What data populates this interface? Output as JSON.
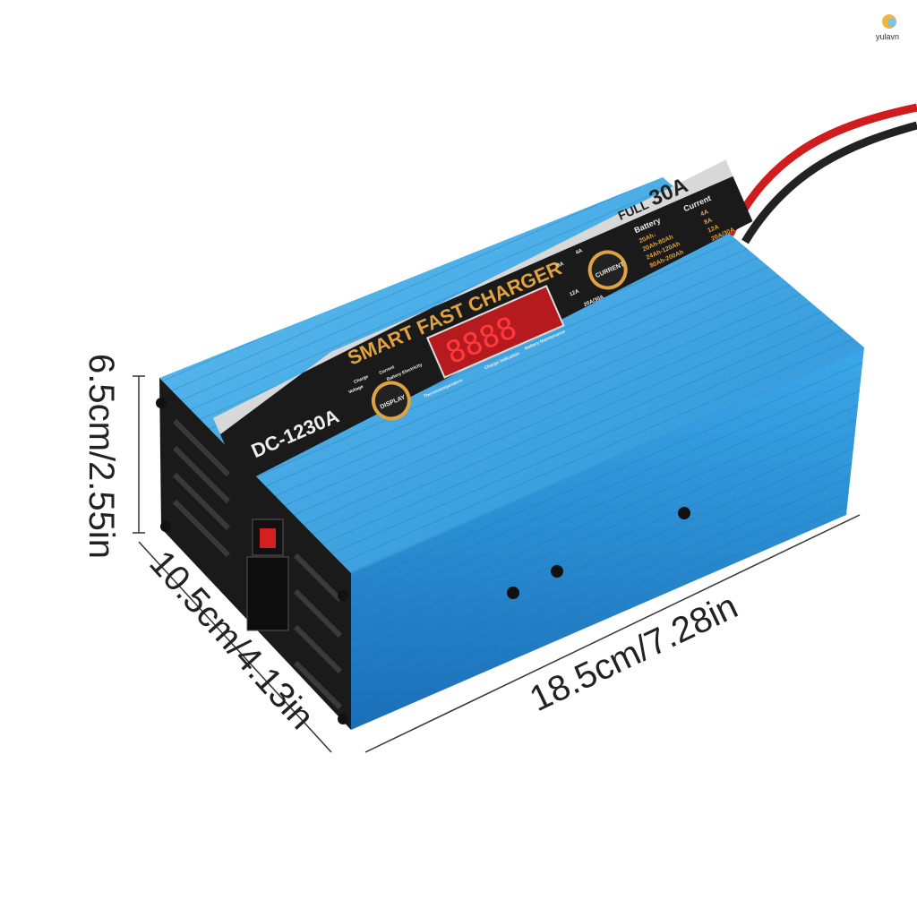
{
  "watermark": {
    "text": "yulavn"
  },
  "product": {
    "brand_title": "SMART FAST CHARGER",
    "model": "DC-1230A",
    "full_rating": {
      "prefix": "FULL",
      "value": "30A"
    },
    "display_digits": "8888",
    "buttons": {
      "display": "DISPLAY",
      "current": "CURRENT"
    },
    "indicators": {
      "charge": "Charge",
      "voltage": "Voltage",
      "current": "Current",
      "battery_electricity": "Battery Electricity",
      "thermotemperature": "Thermotemperature",
      "charge_indication": "Charge indication",
      "battery_maintenance": "Battery Maintenance"
    },
    "current_marks": [
      "4A",
      "8A",
      "12A",
      "20A/30A"
    ],
    "table": {
      "battery_header": "Battery",
      "current_header": "Current",
      "rows": [
        {
          "battery": "20Ah↓",
          "current": "4A"
        },
        {
          "battery": "20Ah-80Ah",
          "current": "8A"
        },
        {
          "battery": "24Ah-120Ah",
          "current": "12A"
        },
        {
          "battery": "80Ah-200Ah",
          "current": "20A/30A"
        }
      ]
    },
    "colors": {
      "body": "#2f9ee0",
      "panel": "#1b1a1a",
      "accent": "#e0a341",
      "led": "#e3222a",
      "cable_red": "#d01c1c",
      "cable_black": "#222222"
    }
  },
  "dimensions": {
    "height": "6.5cm/2.55in",
    "width": "10.5cm/4.13in",
    "length": "18.5cm/7.28in"
  }
}
